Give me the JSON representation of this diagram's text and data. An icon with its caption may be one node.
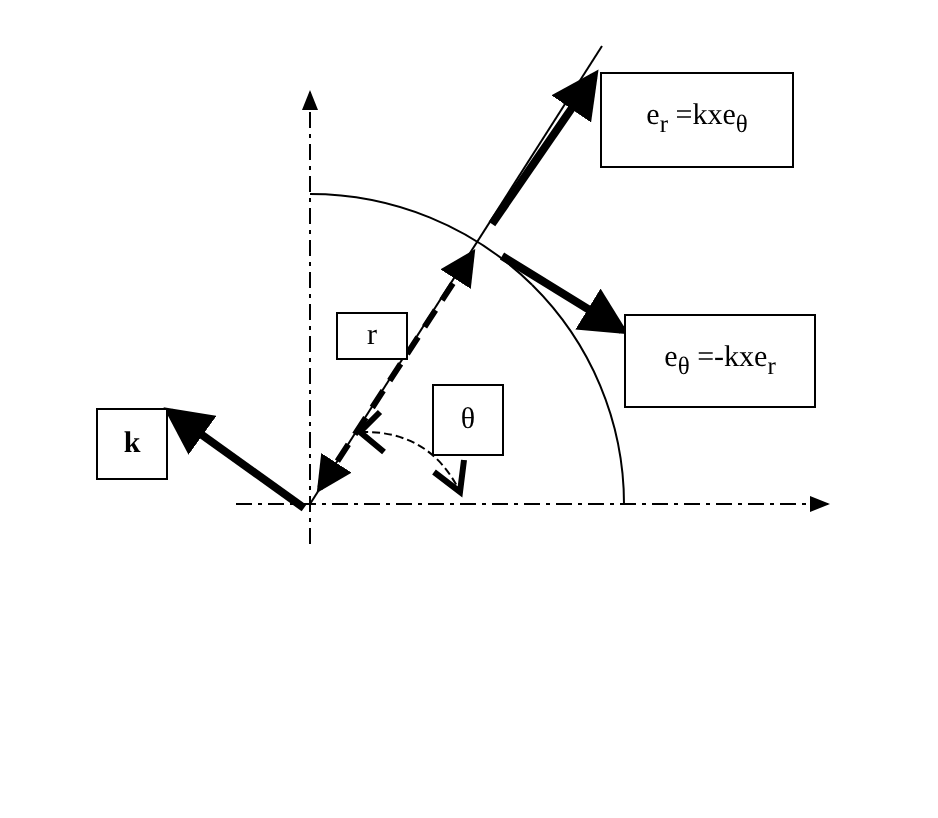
{
  "diagram": {
    "nodes": [
      {
        "text": [
          "e$_{r}$ =kxe$_{θ}$"
        ]
      },
      {
        "text": [
          "e$_{θ}$ =-kxe$_{r}$"
        ]
      },
      {
        "text": [
          "r"
        ]
      },
      {
        "text": [
          "θ"
        ]
      },
      {
        "text": [
          "k"
        ]
      }
    ],
    "edges": [
      {
        "from": null,
        "to": 0,
        "arrow": "to"
      },
      {
        "from": null,
        "to": 1,
        "arrow": "to"
      },
      {
        "from": null,
        "to": 4,
        "arrow": "to"
      }
    ]
  }
}
